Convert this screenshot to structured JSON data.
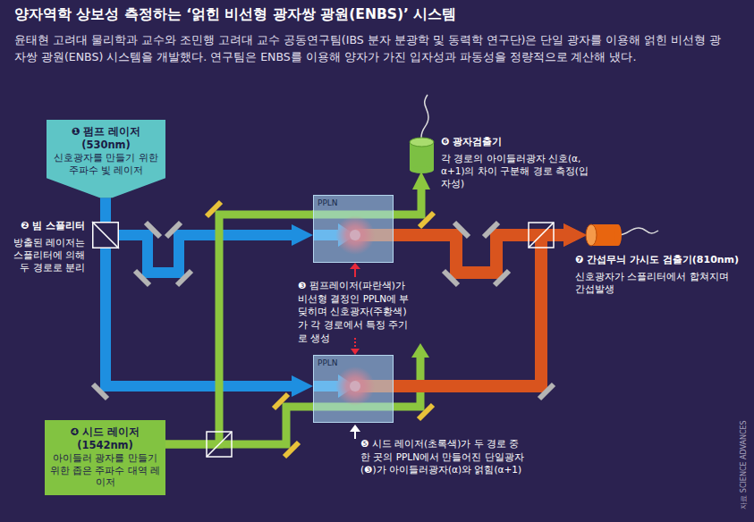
{
  "diagram": {
    "title": "양자역학 상보성 측정하는 ‘얽힌 비선형 광자쌍 광원(ENBS)’ 시스템",
    "caption": "윤태현 고려대 물리학과 교수와 조민행 고려대 교수 공동연구팀(IBS 분자 분광학 및 동력학 연구단)은 단일 광자를 이용해 얽힌 비선형 광자쌍 광원(ENBS) 시스템을 개발했다. 연구팀은 ENBS를 이용해 양자가 가진 입자성과 파동성을 정량적으로 계산해 냈다.",
    "nodes": [
      {
        "text": [
          "❶ 펌프 레이저(530nm)",
          "신호광자를 만들기 위한 주파수 빛 레이저"
        ]
      },
      {
        "text": [
          "❷ 빔 스플리터",
          "방출된 레이저는 스플리터에 의해 두 경로로 분리"
        ]
      },
      {
        "text": [
          "PPLN"
        ]
      },
      {
        "text": [
          "❻ 광자검출기",
          "각 경로의 아이들러광자 신호(α, α+1)의 차이 구분해 경로 측정(입자성)"
        ]
      },
      {
        "text": [
          "❼ 간섭무늬 가시도 검출기(810nm)",
          "신호광자가 스플리터에서 합쳐지며 간섭발생"
        ]
      },
      {
        "text": [
          "PPLN"
        ]
      },
      {
        "text": [
          "❹ 시드 레이저(1542nm)",
          "아이들러 광자를 만들기 위한 좁은 주파수 대역 레이저"
        ]
      }
    ],
    "edges": [
      {
        "from": 0,
        "to": 1,
        "arrow": "none"
      },
      {
        "from": 1,
        "to": 2,
        "arrow": "to"
      },
      {
        "from": 1,
        "to": 5,
        "arrow": "to"
      },
      {
        "from": 6,
        "to": 2,
        "arrow": "none"
      },
      {
        "from": 2,
        "to": 3,
        "arrow": "to"
      },
      {
        "from": 2,
        "to": 4,
        "arrow": "to"
      },
      {
        "from": 5,
        "to": 4,
        "arrow": "to"
      },
      {
        "from": 6,
        "to": 5,
        "arrow": "none"
      }
    ],
    "labels": [
      "❸ 펌프레이저(파란색)가 비선형 결정인 PPLN에 부딪히며 신호광자(주황색)가 각 경로에서 특정 주기로 생성",
      "❺ 시드 레이저(초록색)가 두 경로 중 한 곳의 PPLN에서 만들어진 단일광자(❸)가 아이들러광자(α)와 얽힘(α+1)",
      "자료 SCIENCE ADVANCES"
    ]
  }
}
